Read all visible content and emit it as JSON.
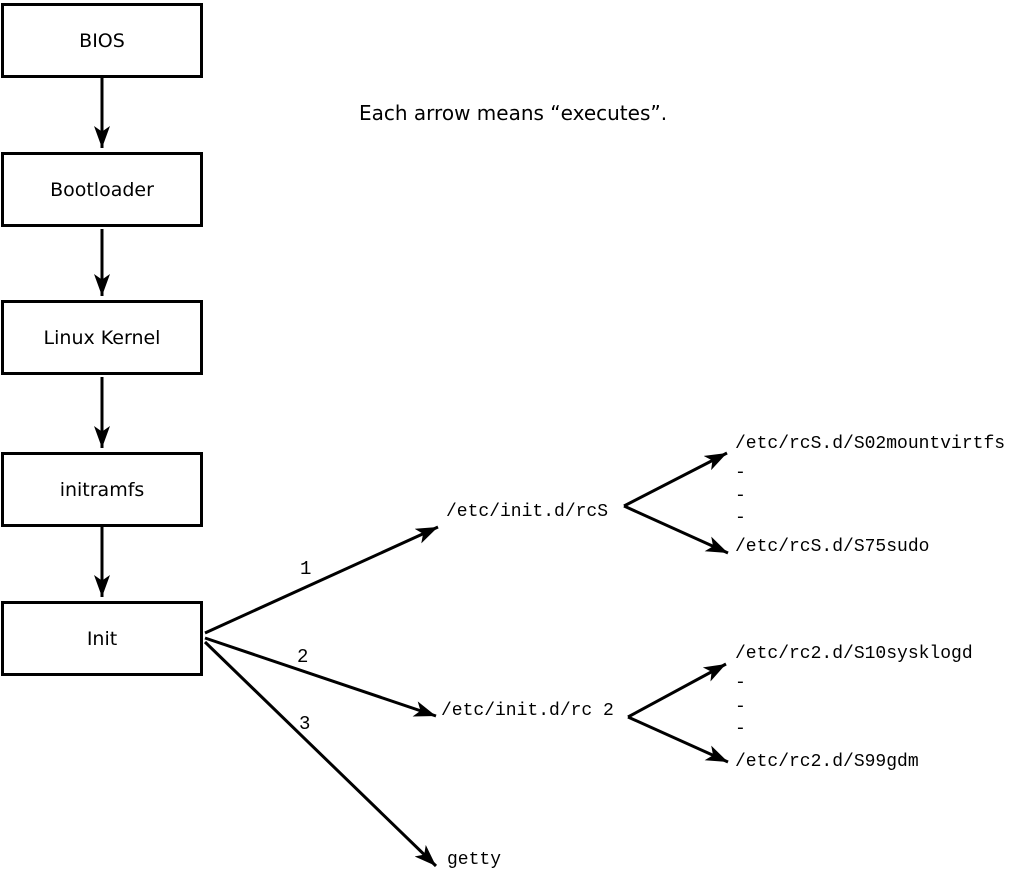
{
  "note": "Each arrow means “executes”.",
  "flow": {
    "boxes": [
      {
        "label": "BIOS"
      },
      {
        "label": "Bootloader"
      },
      {
        "label": "Linux Kernel"
      },
      {
        "label": "initramfs"
      },
      {
        "label": "Init"
      }
    ],
    "arrow_meaning": "executes"
  },
  "branches": [
    {
      "number": "1",
      "target": "/etc/init.d/rcS",
      "scripts": [
        "/etc/rcS.d/S02mountvirtfs",
        "-",
        "-",
        "-",
        "/etc/rcS.d/S75sudo"
      ]
    },
    {
      "number": "2",
      "target": "/etc/init.d/rc 2",
      "scripts": [
        "/etc/rc2.d/S10sysklogd",
        "-",
        "-",
        "-",
        "/etc/rc2.d/S99gdm"
      ]
    },
    {
      "number": "3",
      "target": "getty",
      "scripts": []
    }
  ],
  "colors": {
    "foreground": "#000000",
    "background": "#ffffff"
  }
}
